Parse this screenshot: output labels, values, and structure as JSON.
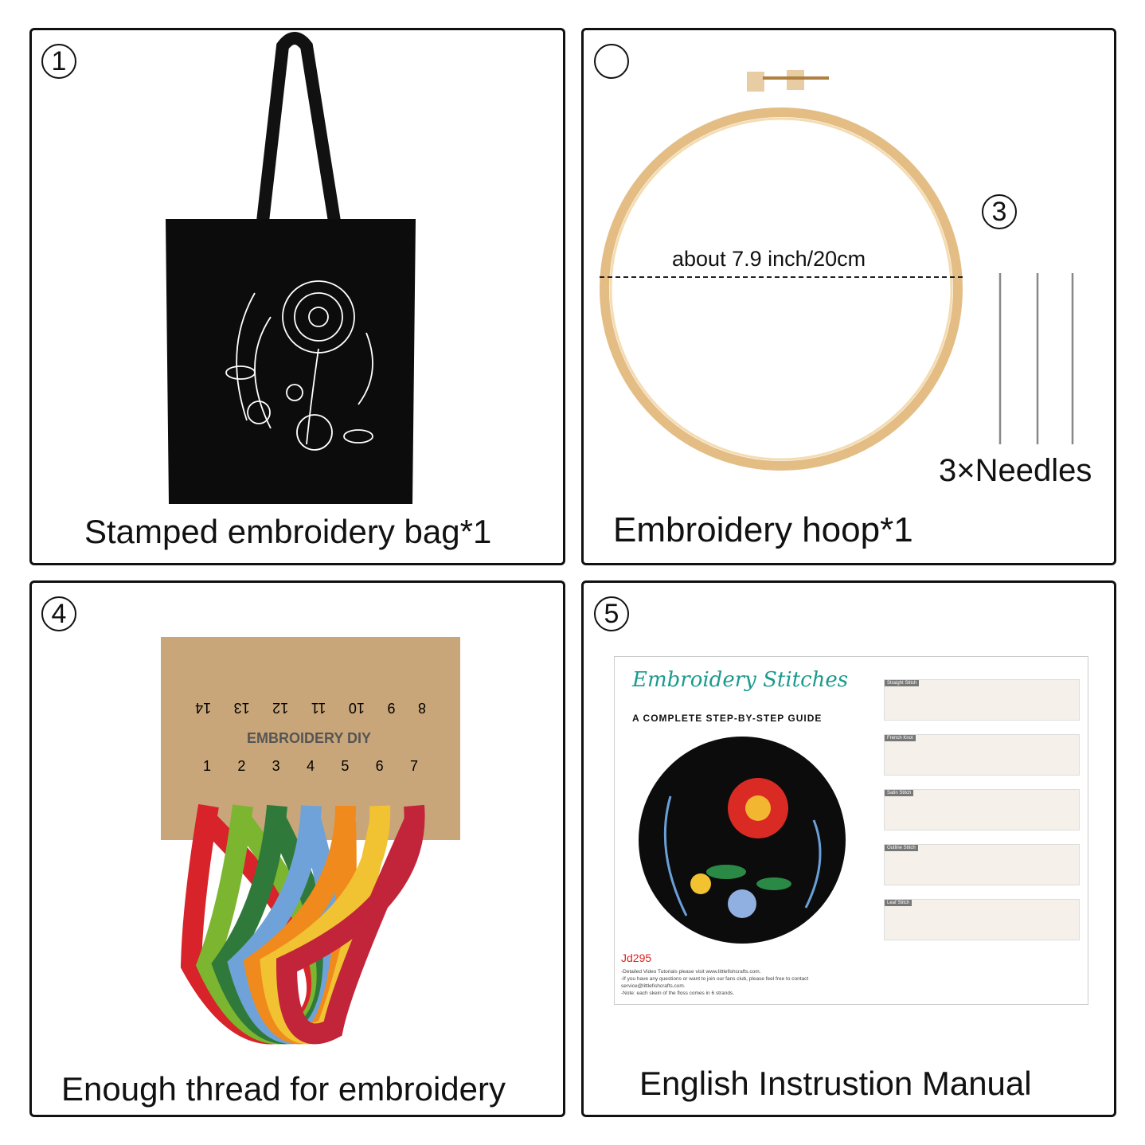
{
  "panels": [
    {
      "number": "1",
      "caption": "Stamped embroidery bag*1"
    },
    {
      "number": "",
      "caption": "Embroidery hoop*1",
      "measurement": "about 7.9 inch/20cm"
    },
    {
      "number": "3",
      "caption": "3×Needles"
    },
    {
      "number": "4",
      "caption": "Enough thread for embroidery",
      "card_brand": "EMBROIDERY DIY",
      "top_numbers": [
        "14",
        "13",
        "12",
        "11",
        "10",
        "9",
        "8"
      ],
      "bottom_numbers": [
        "1",
        "2",
        "3",
        "4",
        "5",
        "6",
        "7"
      ]
    },
    {
      "number": "5",
      "caption": "English Instrustion Manual"
    }
  ],
  "manual": {
    "title": "Embroidery Stitches",
    "subtitle": "A COMPLETE STEP-BY-STEP GUIDE",
    "code": "Jd295",
    "notes": [
      "-Detailed Video Tutorials please visit www.littlefishcrafts.com.",
      "-If you have any questions or want to join our fans club, please feel free to contact",
      "service@littlefishcrafts.com.",
      "-Note: each skein of the floss comes in 6 strands."
    ],
    "stitches": [
      "Straight Stitch",
      "French Knot",
      "Satin Stitch",
      "Outline Stitch",
      "Leaf Stitch"
    ]
  },
  "thread_colors": [
    "#d8232a",
    "#7cb52f",
    "#2f7a3a",
    "#6fa2d8",
    "#f08a1c",
    "#f1c232",
    "#c2243a"
  ]
}
